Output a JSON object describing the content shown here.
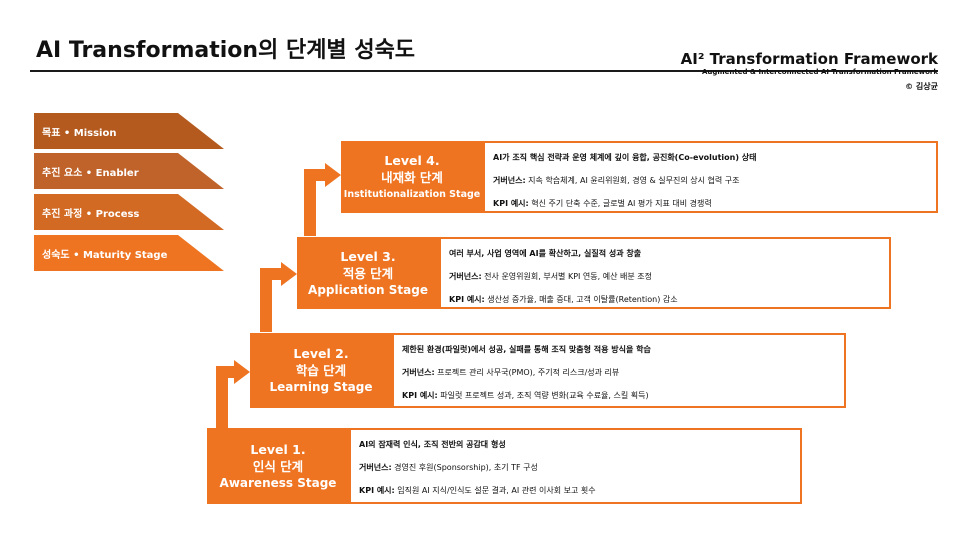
{
  "header": {
    "title": "AI Transformation의 단계별 성숙도",
    "framework_title": "AI² Transformation Framework",
    "framework_subtitle": "Augmented & Interconnected AI Transformation Framework",
    "copyright": "© 김상균"
  },
  "legend": [
    {
      "label": "목표 • Mission",
      "color": "#b45a1e"
    },
    {
      "label": "추진 요소 • Enabler",
      "color": "#c0632a"
    },
    {
      "label": "추진 과정 • Process",
      "color": "#d26a24"
    },
    {
      "label": "성숙도 • Maturity Stage",
      "color": "#ee7422"
    }
  ],
  "colors": {
    "accent": "#ee7422"
  },
  "stages": [
    {
      "level": "Level 1.",
      "name_ko": "인식 단계",
      "name_en": "Awareness Stage",
      "summary": "AI의 잠재력 인식, 조직 전반의 공감대 형성",
      "governance_label": "거버넌스:",
      "governance": " 경영진 후원(Sponsorship), 초기 TF 구성",
      "kpi_label": "KPI 예시:",
      "kpi": " 임직원 AI 지식/인식도 설문 결과, AI 관련 이사회 보고 횟수"
    },
    {
      "level": "Level 2.",
      "name_ko": "학습 단계",
      "name_en": "Learning Stage",
      "summary": "제한된 환경(파일럿)에서 성공, 실패를 통해 조직 맞춤형 적용 방식을 학습",
      "governance_label": "거버넌스:",
      "governance": " 프로젝트 관리 사무국(PMO), 주기적 리스크/성과 리뷰",
      "kpi_label": "KPI 예시:",
      "kpi": " 파일럿 프로젝트 성과, 조직 역량 변화(교육 수료율, 스킬 획득)"
    },
    {
      "level": "Level 3.",
      "name_ko": "적용 단계",
      "name_en": "Application Stage",
      "summary": "여러 부서, 사업 영역에 AI를 확산하고, 실질적 성과 창출",
      "governance_label": "거버넌스:",
      "governance": " 전사 운영위원회, 부서별 KPI 연동, 예산 배분 조정",
      "kpi_label": "KPI 예시:",
      "kpi": " 생산성 증가율, 매출 증대, 고객 이탈률(Retention) 감소"
    },
    {
      "level": "Level 4.",
      "name_ko": "내재화 단계",
      "name_en": "Institutionalization Stage",
      "summary": "AI가 조직 핵심 전략과 운영 체계에 깊이 융합, 공진화(Co-evolution) 상태",
      "governance_label": "거버넌스:",
      "governance": " 지속 학습체계, AI 윤리위원회, 경영 & 실무진의 상시 협력 구조",
      "kpi_label": "KPI 예시:",
      "kpi": " 혁신 주기 단축 수준, 글로벌 AI 평가 지표 대비 경쟁력"
    }
  ]
}
